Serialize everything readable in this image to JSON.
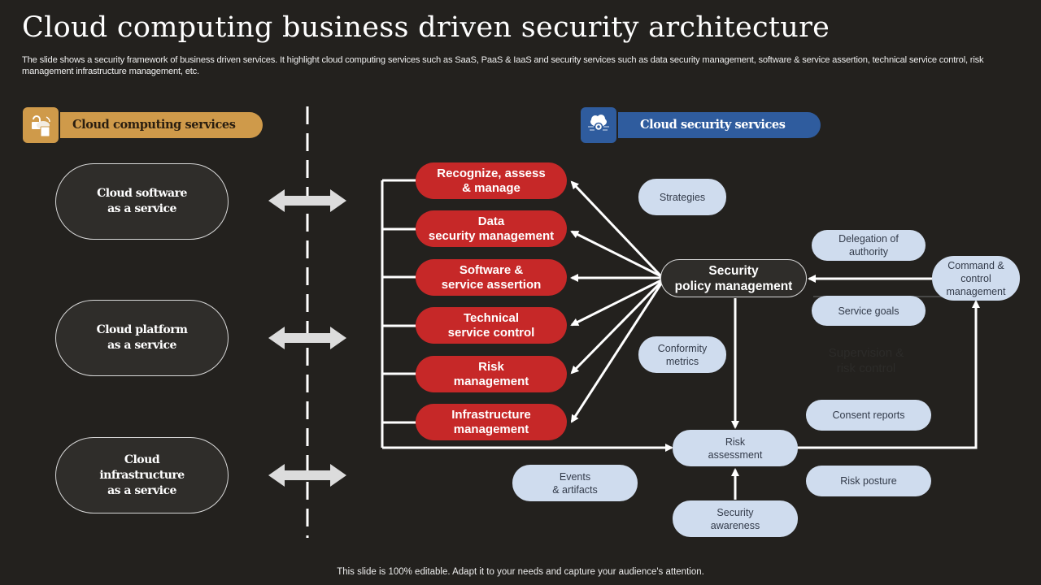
{
  "title": "Cloud computing business driven security architecture",
  "subtitle": "The slide shows a security framework of business driven services. It highlight cloud computing services such as SaaS, PaaS & IaaS and security services such as data security management, software & service assertion, technical service control, risk management infrastructure management, etc.",
  "footer": "This slide is 100% editable. Adapt it to your needs and capture your audience's attention.",
  "colors": {
    "background": "#23211e",
    "computing_accent": "#cf9a4a",
    "security_accent": "#2f5c9e",
    "red_pill": "#c62828",
    "light_pill": "#cfdcee"
  },
  "computing_header": {
    "label": "Cloud computing services",
    "icon": "cloud-lock-device-icon"
  },
  "security_header": {
    "label": "Cloud security services",
    "icon": "cloud-gear-icon"
  },
  "computing_services": [
    {
      "label": "Cloud software\nas a service"
    },
    {
      "label": "Cloud platform\nas a service"
    },
    {
      "label": "Cloud\ninfrastructure\nas a service"
    }
  ],
  "security_services": [
    {
      "label": "Recognize, assess\n& manage"
    },
    {
      "label": "Data\nsecurity management"
    },
    {
      "label": "Software &\nservice assertion"
    },
    {
      "label": "Technical\nservice control"
    },
    {
      "label": "Risk\nmanagement"
    },
    {
      "label": "Infrastructure\nmanagement"
    }
  ],
  "center_node": {
    "label": "Security\npolicy management"
  },
  "nodes": {
    "strategies": "Strategies",
    "delegation": "Delegation  of\nauthority",
    "command": "Command &\ncontrol\nmanagement",
    "service_goals": "Service  goals",
    "conformity": "Conformity\nmetrics",
    "supervision": "Supervision &\nrisk control",
    "consent": "Consent  reports",
    "risk_assessment": "Risk\nassessment",
    "events": "Events\n& artifacts",
    "risk_posture": "Risk posture",
    "awareness": "Security\nawareness"
  }
}
